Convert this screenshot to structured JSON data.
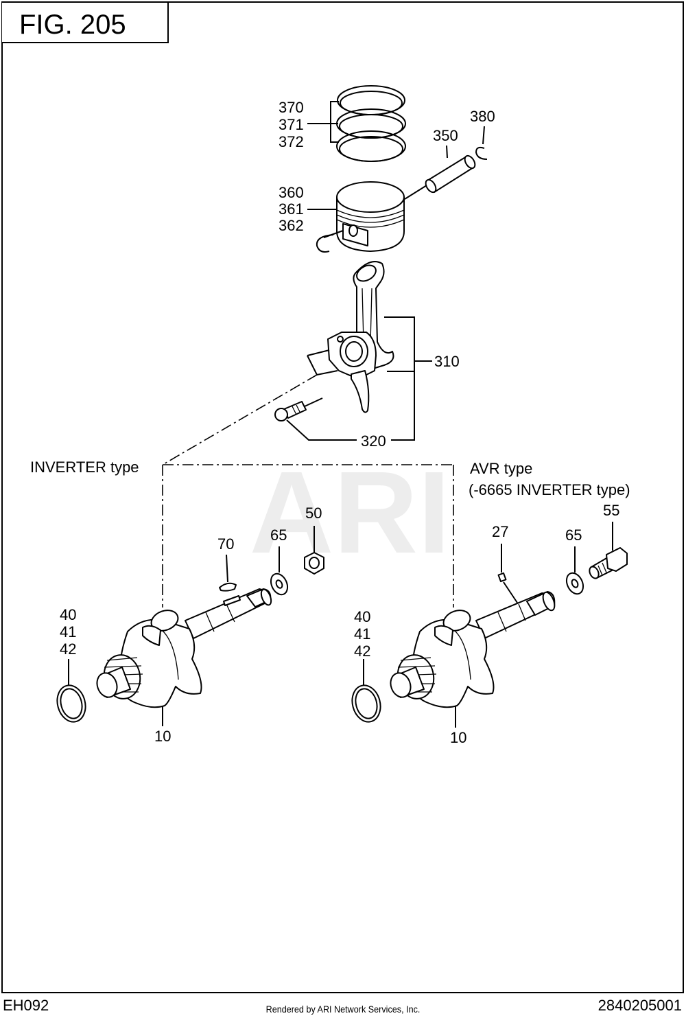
{
  "figure": {
    "title": "FIG.  205"
  },
  "watermark": {
    "text": "ARI"
  },
  "sections": {
    "inverter": {
      "label": "INVERTER type"
    },
    "avr": {
      "label_line1": "AVR  type",
      "label_line2": "(-6665 INVERTER type)"
    }
  },
  "callouts": {
    "c370": "370",
    "c371": "371",
    "c372": "372",
    "c380": "380",
    "c350": "350",
    "c360": "360",
    "c361": "361",
    "c362": "362",
    "c310": "310",
    "c320": "320",
    "c50": "50",
    "c70": "70",
    "c65_left": "65",
    "c40_left": "40",
    "c41_left": "41",
    "c42_left": "42",
    "c10_left": "10",
    "c55": "55",
    "c27": "27",
    "c65_right": "65",
    "c40_right": "40",
    "c41_right": "41",
    "c42_right": "42",
    "c10_right": "10"
  },
  "footer": {
    "left_code": "EH092",
    "center_text": "Rendered by ARI Network Services, Inc.",
    "right_code": "2840205001"
  }
}
